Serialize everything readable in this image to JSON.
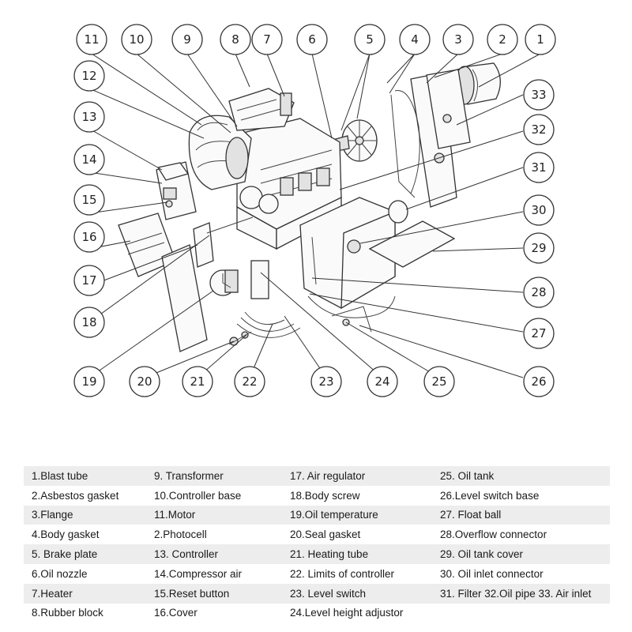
{
  "callouts": [
    "1",
    "2",
    "3",
    "4",
    "5",
    "6",
    "7",
    "8",
    "9",
    "10",
    "11",
    "12",
    "13",
    "14",
    "15",
    "16",
    "17",
    "18",
    "19",
    "20",
    "21",
    "22",
    "23",
    "24",
    "25",
    "26",
    "27",
    "28",
    "29",
    "30",
    "31",
    "32",
    "33"
  ],
  "legend": [
    [
      "1.Blast tube",
      "9. Transformer",
      "17. Air regulator",
      "25. Oil tank"
    ],
    [
      "2.Asbestos gasket",
      "10.Controller base",
      "18.Body screw",
      "26.Level switch base"
    ],
    [
      "3.Flange",
      "11.Motor",
      "19.Oil temperature",
      "27. Float ball"
    ],
    [
      "4.Body gasket",
      "2.Photocell",
      "20.Seal gasket",
      "28.Overflow connector"
    ],
    [
      "5. Brake plate",
      "13. Controller",
      "21. Heating tube",
      "29. Oil tank cover"
    ],
    [
      "6.Oil nozzle",
      "14.Compressor air",
      "22. Limits of controller",
      "30. Oil inlet connector"
    ],
    [
      "7.Heater",
      "15.Reset button",
      "23. Level switch",
      "31. Filter 32.Oil pipe 33. Air inlet"
    ],
    [
      "8.Rubber block",
      "16.Cover",
      "24.Level height adjustor",
      ""
    ]
  ]
}
